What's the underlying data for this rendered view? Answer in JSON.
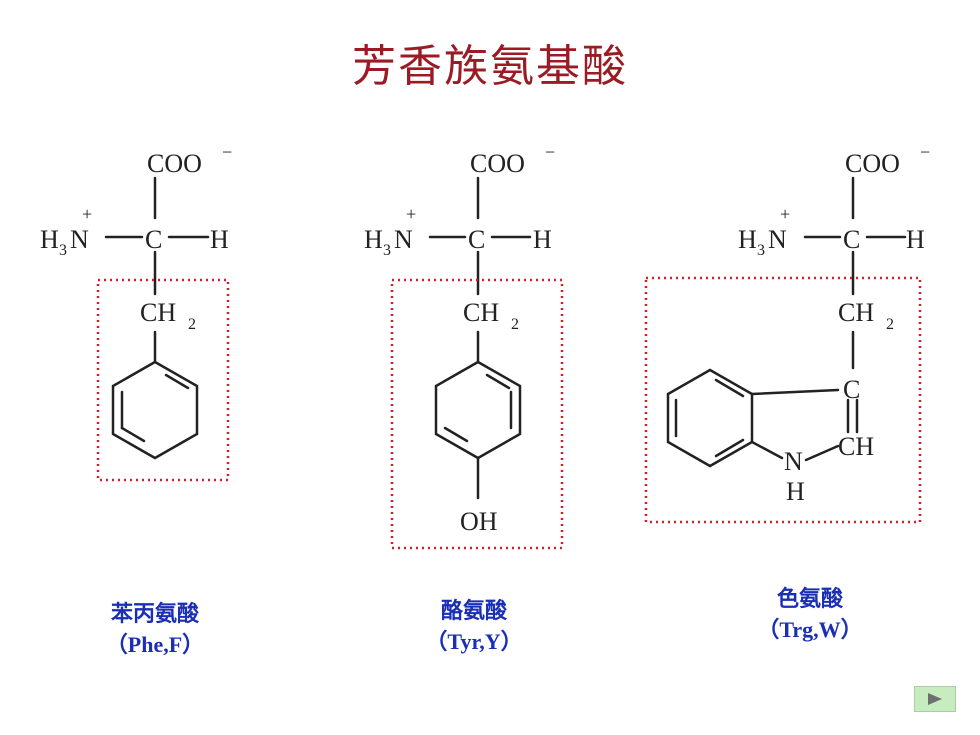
{
  "title": "芳香族氨基酸",
  "amino_acids": [
    {
      "name": "苯丙氨酸",
      "abbr": "（Phe,F）",
      "labels": {
        "coo": "COO",
        "charge_minus": "−",
        "h3n": "H",
        "three": "3",
        "n": "N",
        "plus": "+",
        "c": "C",
        "h": "H",
        "ch": "CH",
        "two": "2"
      }
    },
    {
      "name": "酪氨酸",
      "abbr": "（Tyr,Y）",
      "labels": {
        "coo": "COO",
        "charge_minus": "−",
        "h3n": "H",
        "three": "3",
        "n": "N",
        "plus": "+",
        "c": "C",
        "h": "H",
        "ch": "CH",
        "two": "2",
        "oh": "OH"
      }
    },
    {
      "name": "色氨酸",
      "abbr": "（Trg,W）",
      "labels": {
        "coo": "COO",
        "charge_minus": "−",
        "h3n": "H",
        "three": "3",
        "n": "N",
        "plus": "+",
        "c": "C",
        "h": "H",
        "ch": "CH",
        "two": "2",
        "ring_c": "C",
        "ring_ch": "CH",
        "ring_n": "N",
        "ring_h": "H"
      }
    }
  ],
  "colors": {
    "title": "#9b1b24",
    "caption": "#1a2fb5",
    "box": "#d0202a",
    "nav_button": "#c6ecc0"
  },
  "nav": {
    "icon": "play-triangle-icon"
  }
}
